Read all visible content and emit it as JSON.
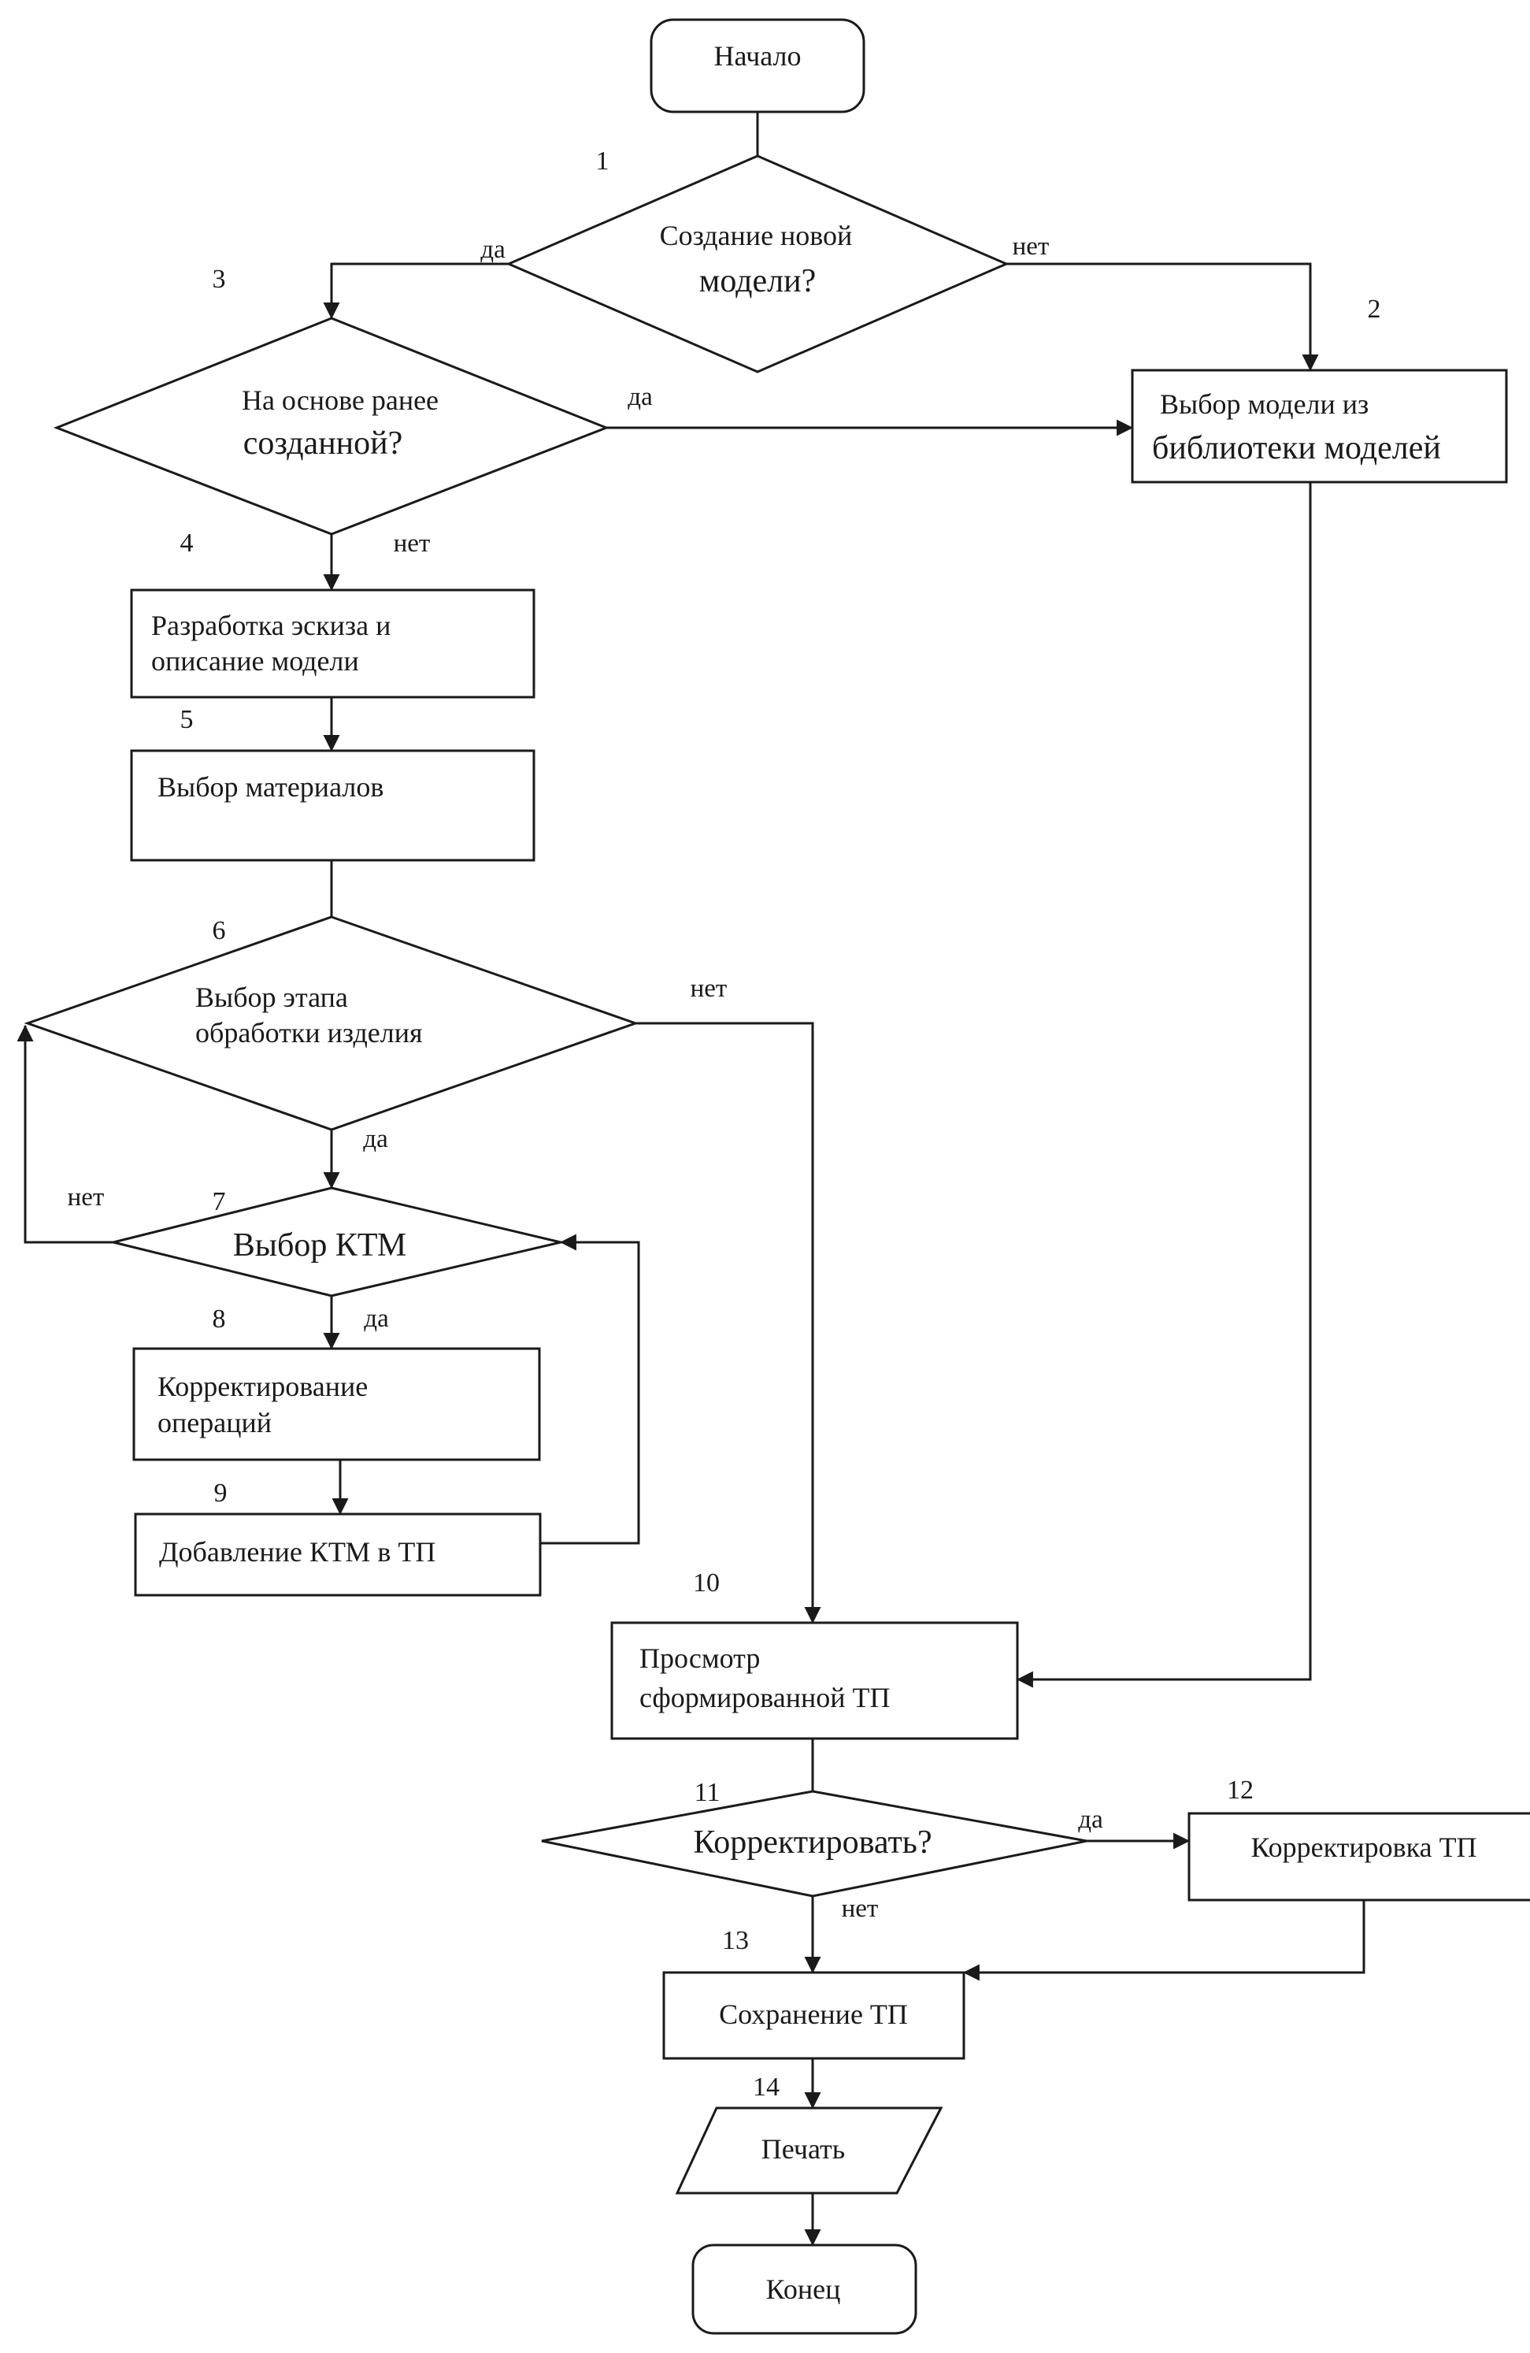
{
  "flowchart": {
    "nodes": {
      "start": {
        "type": "terminal",
        "lines": [
          "Начало"
        ]
      },
      "d1": {
        "type": "decision",
        "step": "1",
        "lines": [
          "Создание новой",
          "модели?"
        ]
      },
      "p2": {
        "type": "process",
        "step": "2",
        "lines": [
          "Выбор модели из",
          "библиотеки моделей"
        ]
      },
      "d3": {
        "type": "decision",
        "step": "3",
        "lines": [
          "На основе ранее",
          "созданной?"
        ]
      },
      "p4": {
        "type": "process",
        "step": "4",
        "lines": [
          "Разработка эскиза и",
          "описание модели"
        ]
      },
      "p5": {
        "type": "process",
        "step": "5",
        "lines": [
          "Выбор материалов"
        ]
      },
      "d6": {
        "type": "decision",
        "step": "6",
        "lines": [
          "Выбор этапа",
          "обработки изделия"
        ]
      },
      "d7": {
        "type": "decision",
        "step": "7",
        "lines": [
          "Выбор КТМ"
        ]
      },
      "p8": {
        "type": "process",
        "step": "8",
        "lines": [
          "Корректирование",
          "операций"
        ]
      },
      "p9": {
        "type": "process",
        "step": "9",
        "lines": [
          "Добавление КТМ в ТП"
        ]
      },
      "p10": {
        "type": "process",
        "step": "10",
        "lines": [
          "Просмотр",
          "сформированной ТП"
        ]
      },
      "d11": {
        "type": "decision",
        "step": "11",
        "lines": [
          "Корректировать?"
        ]
      },
      "p12": {
        "type": "process",
        "step": "12",
        "lines": [
          "Корректировка ТП"
        ]
      },
      "p13": {
        "type": "process",
        "step": "13",
        "lines": [
          "Сохранение ТП"
        ]
      },
      "io14": {
        "type": "io",
        "step": "14",
        "lines": [
          "Печать"
        ]
      },
      "end": {
        "type": "terminal",
        "lines": [
          "Конец"
        ]
      }
    },
    "edges": [
      {
        "from": "start",
        "to": "d1"
      },
      {
        "from": "d1",
        "to": "d3",
        "label": "да"
      },
      {
        "from": "d1",
        "to": "p2",
        "label": "нет"
      },
      {
        "from": "d3",
        "to": "p2",
        "label": "да"
      },
      {
        "from": "d3",
        "to": "p4",
        "label": "нет"
      },
      {
        "from": "p4",
        "to": "p5"
      },
      {
        "from": "p5",
        "to": "d6"
      },
      {
        "from": "d6",
        "to": "d7",
        "label": "да"
      },
      {
        "from": "d6",
        "to": "p10",
        "label": "нет"
      },
      {
        "from": "d7",
        "to": "d6",
        "label": "нет"
      },
      {
        "from": "d7",
        "to": "p8",
        "label": "да"
      },
      {
        "from": "p8",
        "to": "p9"
      },
      {
        "from": "p9",
        "to": "d7"
      },
      {
        "from": "p2",
        "to": "p10"
      },
      {
        "from": "p10",
        "to": "d11"
      },
      {
        "from": "d11",
        "to": "p12",
        "label": "да"
      },
      {
        "from": "d11",
        "to": "p13",
        "label": "нет"
      },
      {
        "from": "p12",
        "to": "p13"
      },
      {
        "from": "p13",
        "to": "io14"
      },
      {
        "from": "io14",
        "to": "end"
      }
    ]
  }
}
